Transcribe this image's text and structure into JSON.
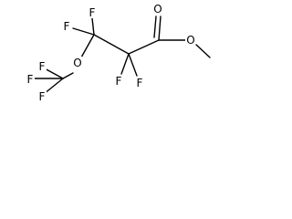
{
  "molecule": {
    "atoms": {
      "F_cf3_top": "F",
      "F_cf3_left": "F",
      "F_cf3_bottom": "F",
      "O_ether": "O",
      "F_c3_left": "F",
      "F_c3_right": "F",
      "F_c2_left": "F",
      "F_c2_right": "F",
      "O_carbonyl": "O",
      "O_ester": "O"
    }
  }
}
